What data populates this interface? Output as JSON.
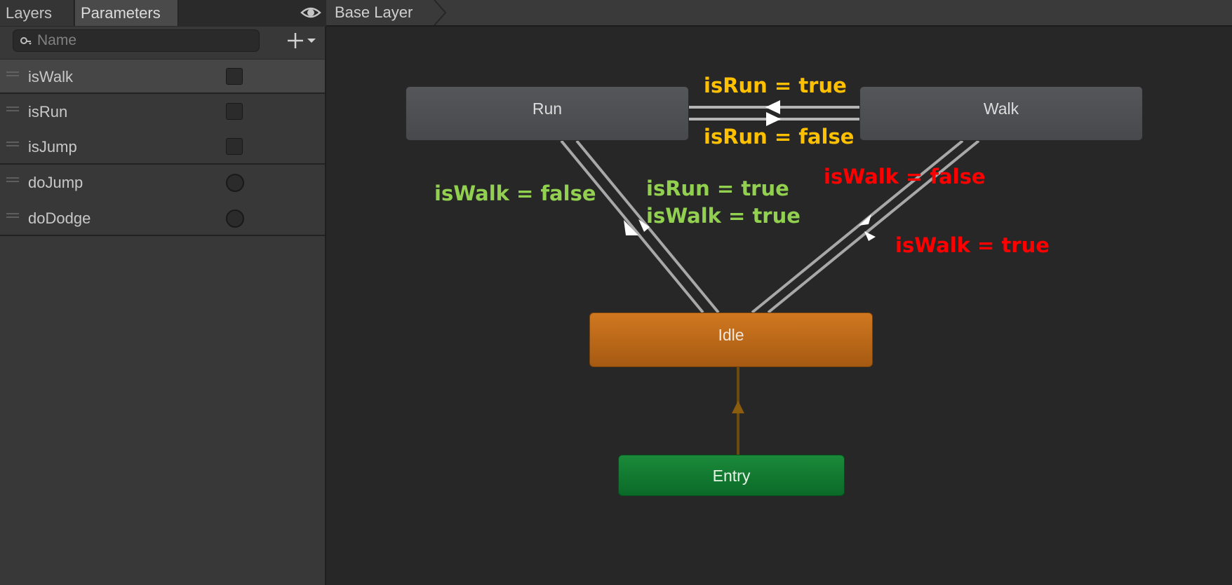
{
  "tabs": {
    "layers": "Layers",
    "parameters": "Parameters"
  },
  "search": {
    "placeholder": "Name"
  },
  "parameters": [
    {
      "name": "isWalk",
      "kind": "bool"
    },
    {
      "name": "isRun",
      "kind": "bool"
    },
    {
      "name": "isJump",
      "kind": "bool"
    },
    {
      "name": "doJump",
      "kind": "trigger"
    },
    {
      "name": "doDodge",
      "kind": "trigger"
    }
  ],
  "breadcrumb": "Base Layer",
  "states": {
    "run": "Run",
    "walk": "Walk",
    "idle": "Idle",
    "entry": "Entry"
  },
  "annotations": {
    "run_walk_top": "isRun = true",
    "run_walk_bottom": "isRun = false",
    "run_idle_left": "isWalk = false",
    "run_idle_right_1": "isRun = true",
    "run_idle_right_2": "isWalk = true",
    "walk_idle_top": "isWalk = false",
    "walk_idle_bottom": "isWalk = true"
  },
  "colors": {
    "yellow": "#ffc000",
    "green": "#92d050",
    "red": "#ff0000",
    "idle": "#c46f1c",
    "entry": "#0f7a30"
  }
}
